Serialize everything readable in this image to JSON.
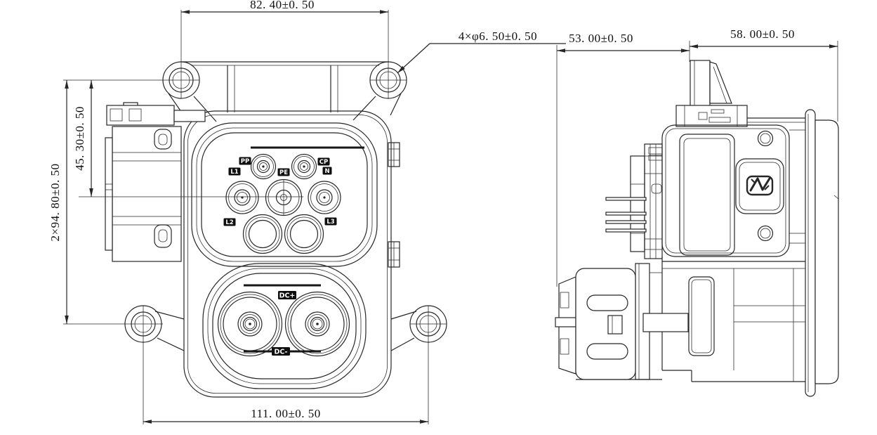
{
  "front_view": {
    "dims": {
      "top_width": "82. 40±0. 50",
      "holes": "4×φ6. 50±0. 50",
      "center_height": "45. 30±0. 50",
      "ear_pitch": "2×94. 80±0. 50",
      "bottom_width": "111. 00±0. 50"
    },
    "pins": {
      "pp": "PP",
      "cp": "CP",
      "l1": "L1",
      "pe": "PE",
      "n": "N",
      "l2": "L2",
      "l3": "L3",
      "dc_plus": "DC+",
      "dc_minus": "DC-"
    }
  },
  "side_view": {
    "dims": {
      "rear_depth": "53. 00±0. 50",
      "front_depth": "58. 00±0. 50"
    }
  },
  "colors": {
    "line": "#262626",
    "background": "#ffffff"
  }
}
